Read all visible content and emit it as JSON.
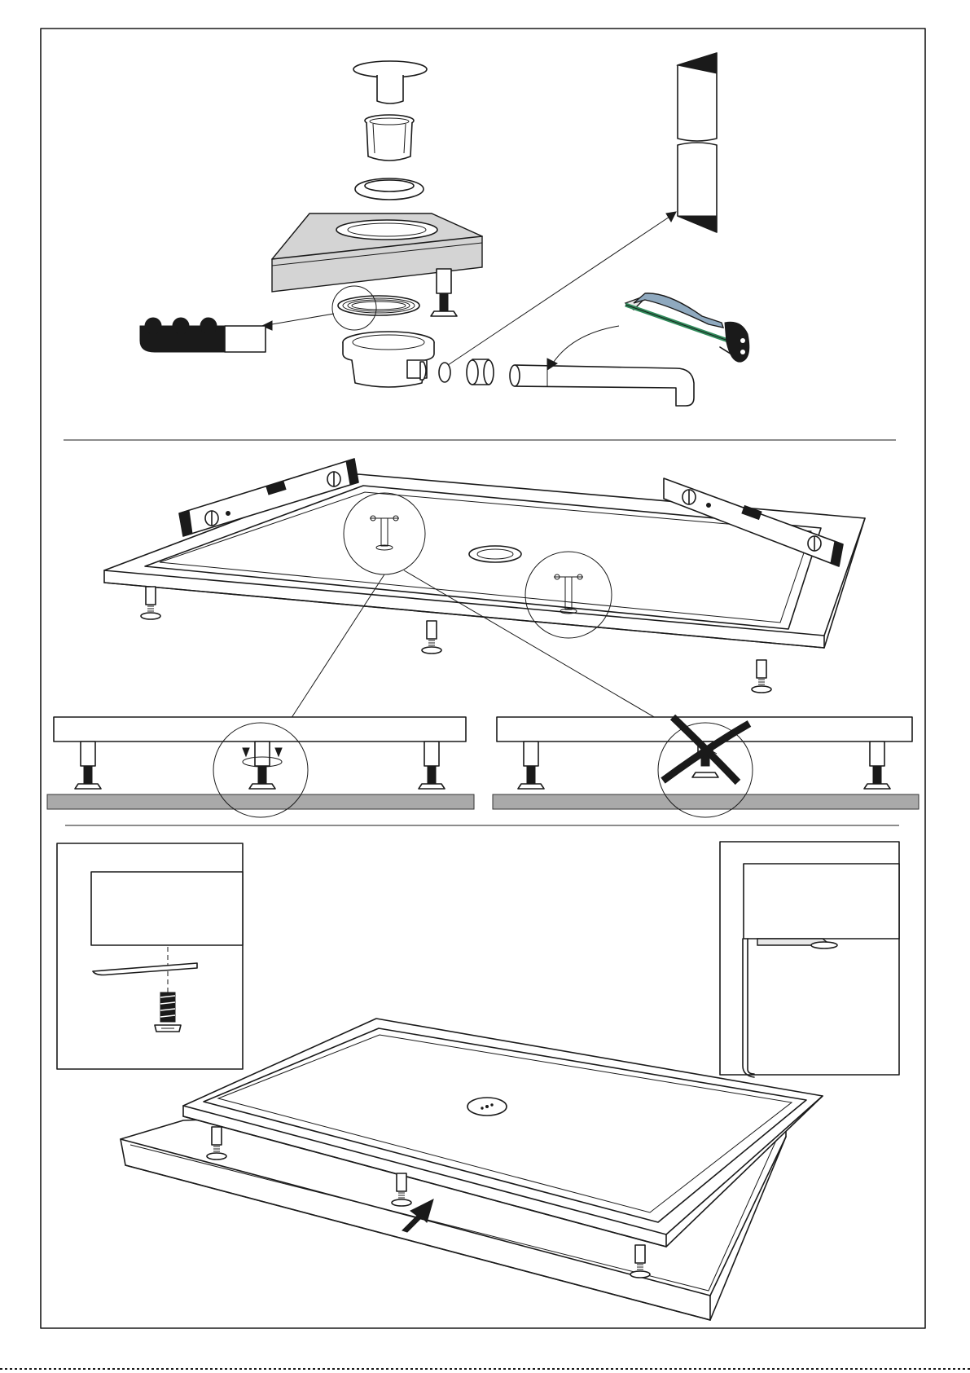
{
  "figure": {
    "colors": {
      "line": "#1a1a1a",
      "tray_grey": "#d4d4d4",
      "floor_grey": "#a9a9a9",
      "saw_frame": "#8fa9bf",
      "saw_blade": "#2f8a5a"
    },
    "steps": [
      {
        "id": "1",
        "icons": [
          "waste-cap-icon",
          "waste-strainer-icon",
          "flange-ring-icon",
          "seal-ring-icon",
          "waste-trap-icon",
          "pipe-connector-icon",
          "hacksaw-icon",
          "pipe-icon",
          "seal-profile-icon",
          "pipe-end-detail-icon"
        ]
      },
      {
        "id": "2",
        "icons": [
          "spirit-level-icon",
          "adjustable-leg-icon",
          "rotate-arrows-icon"
        ]
      },
      {
        "id": "3",
        "icons": [
          "cross-mark-icon"
        ]
      },
      {
        "id": "4",
        "icons": [
          "screw-icon",
          "panel-clip-icon",
          "push-arrow-icon"
        ]
      }
    ]
  }
}
